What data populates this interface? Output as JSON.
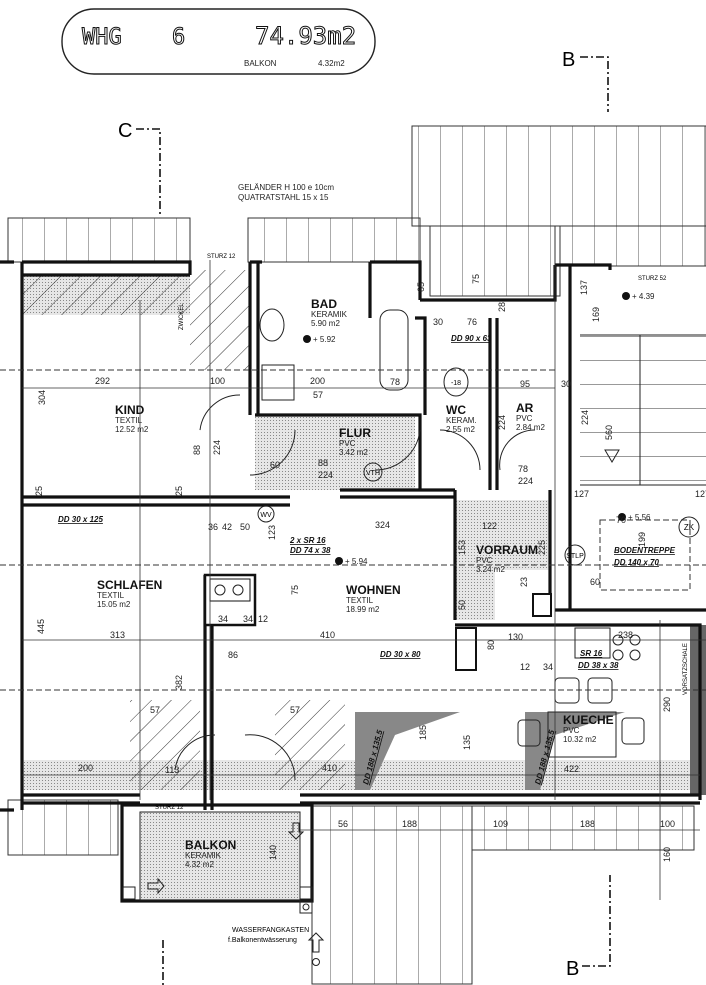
{
  "title_block": {
    "unit_label": "WHG",
    "unit_number": "6",
    "area": "74.93m2",
    "balcony_label": "BALKON",
    "balcony_area": "4.32m2"
  },
  "section_markers": {
    "b_top": "B",
    "b_bottom": "B",
    "c": "C"
  },
  "rooms": [
    {
      "name": "KIND",
      "floor": "TEXTIL",
      "area": "12.52 m2"
    },
    {
      "name": "BAD",
      "floor": "KERAMIK",
      "area": "5.90 m2"
    },
    {
      "name": "FLUR",
      "floor": "PVC",
      "area": "3.42 m2"
    },
    {
      "name": "WC",
      "floor": "KERAM.",
      "area": "2.55 m2"
    },
    {
      "name": "AR",
      "floor": "PVC",
      "area": "2.84 m2"
    },
    {
      "name": "VORRAUM",
      "floor": "PVC",
      "area": "3.24 m2"
    },
    {
      "name": "SCHLAFEN",
      "floor": "TEXTIL",
      "area": "15.05 m2"
    },
    {
      "name": "WOHNEN",
      "floor": "TEXTIL",
      "area": "18.99 m2"
    },
    {
      "name": "KUECHE",
      "floor": "PVC",
      "area": "10.32 m2"
    },
    {
      "name": "BALKON",
      "floor": "KERAMIK",
      "area": "4.32 m2"
    }
  ],
  "notes": {
    "railing_1": "GELÄNDER  H 100 e 10cm",
    "railing_2": "QUATRATSTAHL  15 x 15",
    "sturz_12": "STURZ 12",
    "sturz_12b": "STURZ 12",
    "sturz_52": "STURZ 52",
    "dd_90_63": "DD 90 x 63",
    "dd_30_125": "DD 30 x 125",
    "sr_2x16": "2 x SR  16",
    "dd_74_38": "DD 74 x 38",
    "dd_30_80": "DD 30 x 80",
    "sr_16": "SR  16",
    "dd_38_38": "DD 38 x 38",
    "bodentreppe": "BODENTREPPE",
    "dd_140_70": "DD 140 x 70",
    "dd_188_a": "DD 188 x 135.5",
    "dd_188_b": "DD 188 x 135.5",
    "zwickel": "ZWICKEL",
    "vorsatzschale": "VORSATZSCHALE",
    "wasserfang_1": "WASSERFANGKASTEN",
    "wasserfang_2": "f.Balkonentwässerung"
  },
  "levels": [
    "+ 4.39",
    "+ 5.56",
    "+ 5.94",
    "+ 5.92"
  ],
  "symbols": {
    "vth": "VTH",
    "wv": "WV",
    "stlp": "STLP",
    "zk": "ZK",
    "wc_bowl": "-18"
  },
  "dimensions": [
    "292",
    "100",
    "200",
    "57",
    "78",
    "304",
    "88",
    "224",
    "60",
    "88",
    "224",
    "25",
    "25",
    "324",
    "36",
    "42",
    "50",
    "123",
    "313",
    "410",
    "445",
    "382",
    "86",
    "34",
    "34",
    "12",
    "75",
    "57",
    "57",
    "113",
    "200",
    "410",
    "122",
    "153",
    "225",
    "50",
    "23",
    "130",
    "238",
    "12",
    "34",
    "80",
    "422",
    "290",
    "185",
    "135",
    "56",
    "188",
    "109",
    "188",
    "100",
    "160",
    "140",
    "127",
    "127",
    "169",
    "137",
    "560",
    "224",
    "95",
    "30",
    "76",
    "30",
    "65",
    "75",
    "28",
    "70",
    "199",
    "60",
    "224",
    "78",
    "224"
  ]
}
